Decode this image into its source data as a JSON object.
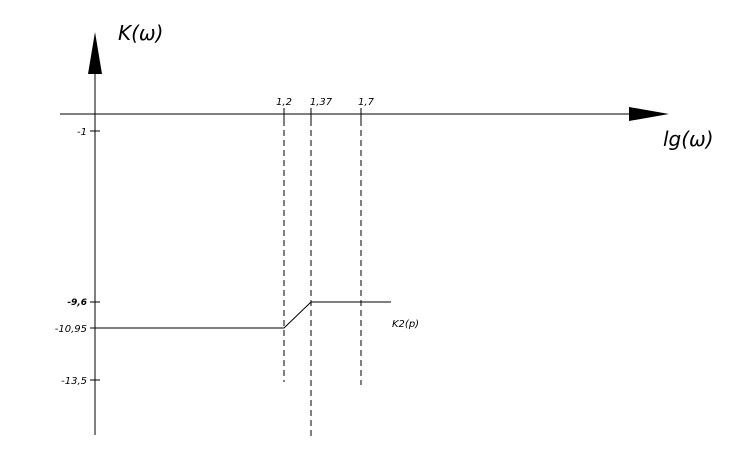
{
  "y_axis": {
    "label": "K(ω)"
  },
  "x_axis": {
    "label": "lg(ω)"
  },
  "x_markers": [
    "1,2",
    "1,37",
    "1,7"
  ],
  "y_markers": [
    "-1",
    "-9,6",
    "-10,95",
    "-13,5"
  ],
  "curve": {
    "label": "K2(p)"
  }
}
